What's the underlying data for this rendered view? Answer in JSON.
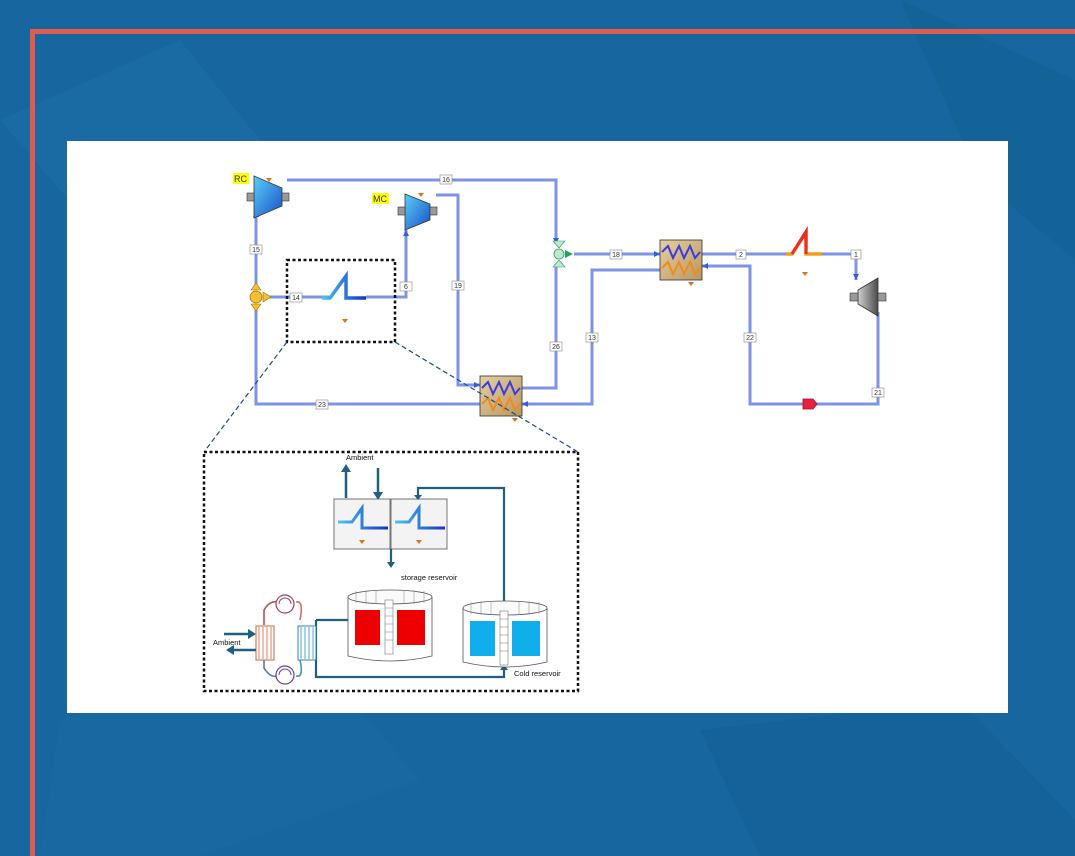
{
  "colors": {
    "background": "#1766a0",
    "frame": "#e05a4e",
    "panel": "#ffffff",
    "pipe": "#7c93e6",
    "highlight": "#ffff00"
  },
  "labels": {
    "rc": "RC",
    "mc": "MC"
  },
  "streams": {
    "s16": "16",
    "s15": "15",
    "s14": "14",
    "s6": "6",
    "s19": "19",
    "s18": "18",
    "s2": "2",
    "s1": "1",
    "s13": "13",
    "s26": "26",
    "s22": "22",
    "s21": "21",
    "s23": "23"
  },
  "inset": {
    "ambient_top": "Ambient",
    "storage": "storage reservoir",
    "ambient_left": "Ambient",
    "cold": "Cold reservoir"
  },
  "icons": [
    "compressor-icon",
    "cooler-icon",
    "heat-exchanger-icon",
    "heater-icon",
    "turbine-icon",
    "mixer-icon",
    "splitter-icon",
    "valve-icon",
    "tank-icon",
    "heat-pump-icon"
  ]
}
